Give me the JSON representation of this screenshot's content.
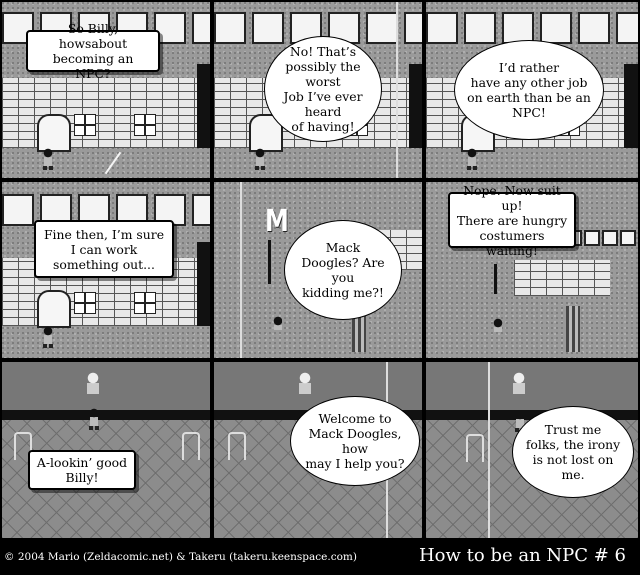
{
  "comic": {
    "title": "How to be an NPC # 6",
    "credit": "© 2004 Mario (Zeldacomic.net) & Takeru (takeru.keenspace.com)"
  },
  "panels": [
    {
      "speech": "So Billy, howsabout\nbecoming an NPC?"
    },
    {
      "speech": "No! That’s\npossibly the worst\nJob I’ve ever heard\nof having!"
    },
    {
      "speech": "I’d rather\nhave any other job\non earth than be an\nNPC!"
    },
    {
      "speech": "Fine then, I’m sure\nI can work\nsomething out..."
    },
    {
      "speech": "Mack\nDoogles? Are you\nkidding  me?!"
    },
    {
      "speech": "Nope. Now suit up!\nThere are hungry\ncostumers waiting!"
    },
    {
      "speech": "A-lookin’ good\nBilly!"
    },
    {
      "speech": "Welcome to\nMack Doogles, how\nmay I help you?"
    },
    {
      "speech": "Trust me\nfolks, the irony\nis not lost on\nme."
    }
  ]
}
